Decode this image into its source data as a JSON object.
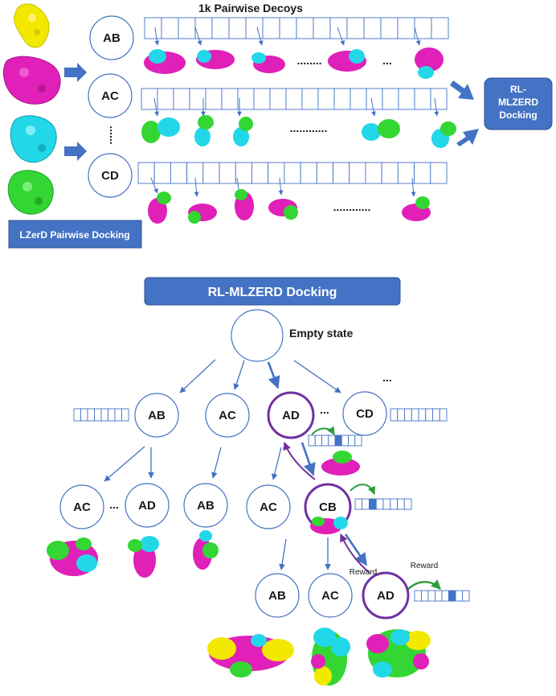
{
  "top": {
    "title": "1k Pairwise Decoys",
    "pairs": [
      "AB",
      "AC",
      "CD"
    ],
    "vertical_dots": "......",
    "row_dots": [
      "........",
      "...",
      "............",
      "............"
    ],
    "left_button": "LZerD Pairwise Docking",
    "right_button": [
      "RL-",
      "MLZERD",
      "Docking"
    ]
  },
  "bottom": {
    "banner": "RL-MLZERD Docking",
    "root_label": "Empty state",
    "level1": [
      "AB",
      "AC",
      "AD",
      "CD"
    ],
    "level2": [
      "AC",
      "AD",
      "AB",
      "AC",
      "CB"
    ],
    "level3": [
      "AB",
      "AC",
      "AD"
    ],
    "ellipsis": "...",
    "reward_labels": [
      "Reward",
      "Reward"
    ]
  },
  "colors": {
    "accent": "#4472C4",
    "accent_dark": "#2F528F",
    "highlight_node": "#7030A0",
    "reward_arrow": "#2E9E3E",
    "chain_a": "#F3E800",
    "chain_b": "#E020B8",
    "chain_c": "#22D8E8",
    "chain_d": "#33D633"
  }
}
